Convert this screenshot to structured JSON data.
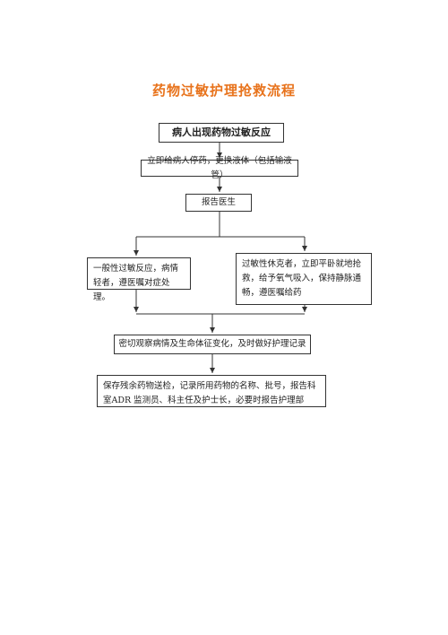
{
  "title": "药物过敏护理抢救流程",
  "steps": {
    "start": "病人出现药物过敏反应",
    "step1": "立即给病人停药，更换液体（包括输液管）",
    "step2": "报告医生",
    "mild": "一般性过敏反应，病情轻者，遵医嘱对症处理。",
    "shock": "过敏性休克者，立即平卧就地抢救，给予氧气吸入，保持静脉通畅，遵医嘱给药",
    "observe": "密切观察病情及生命体征变化，及时做好护理记录",
    "final": "保存残余药物送检，记录所用药物的名称、批号，报告科室ADR 监测员、科主任及护士长，必要时报告护理部（电话"
  }
}
